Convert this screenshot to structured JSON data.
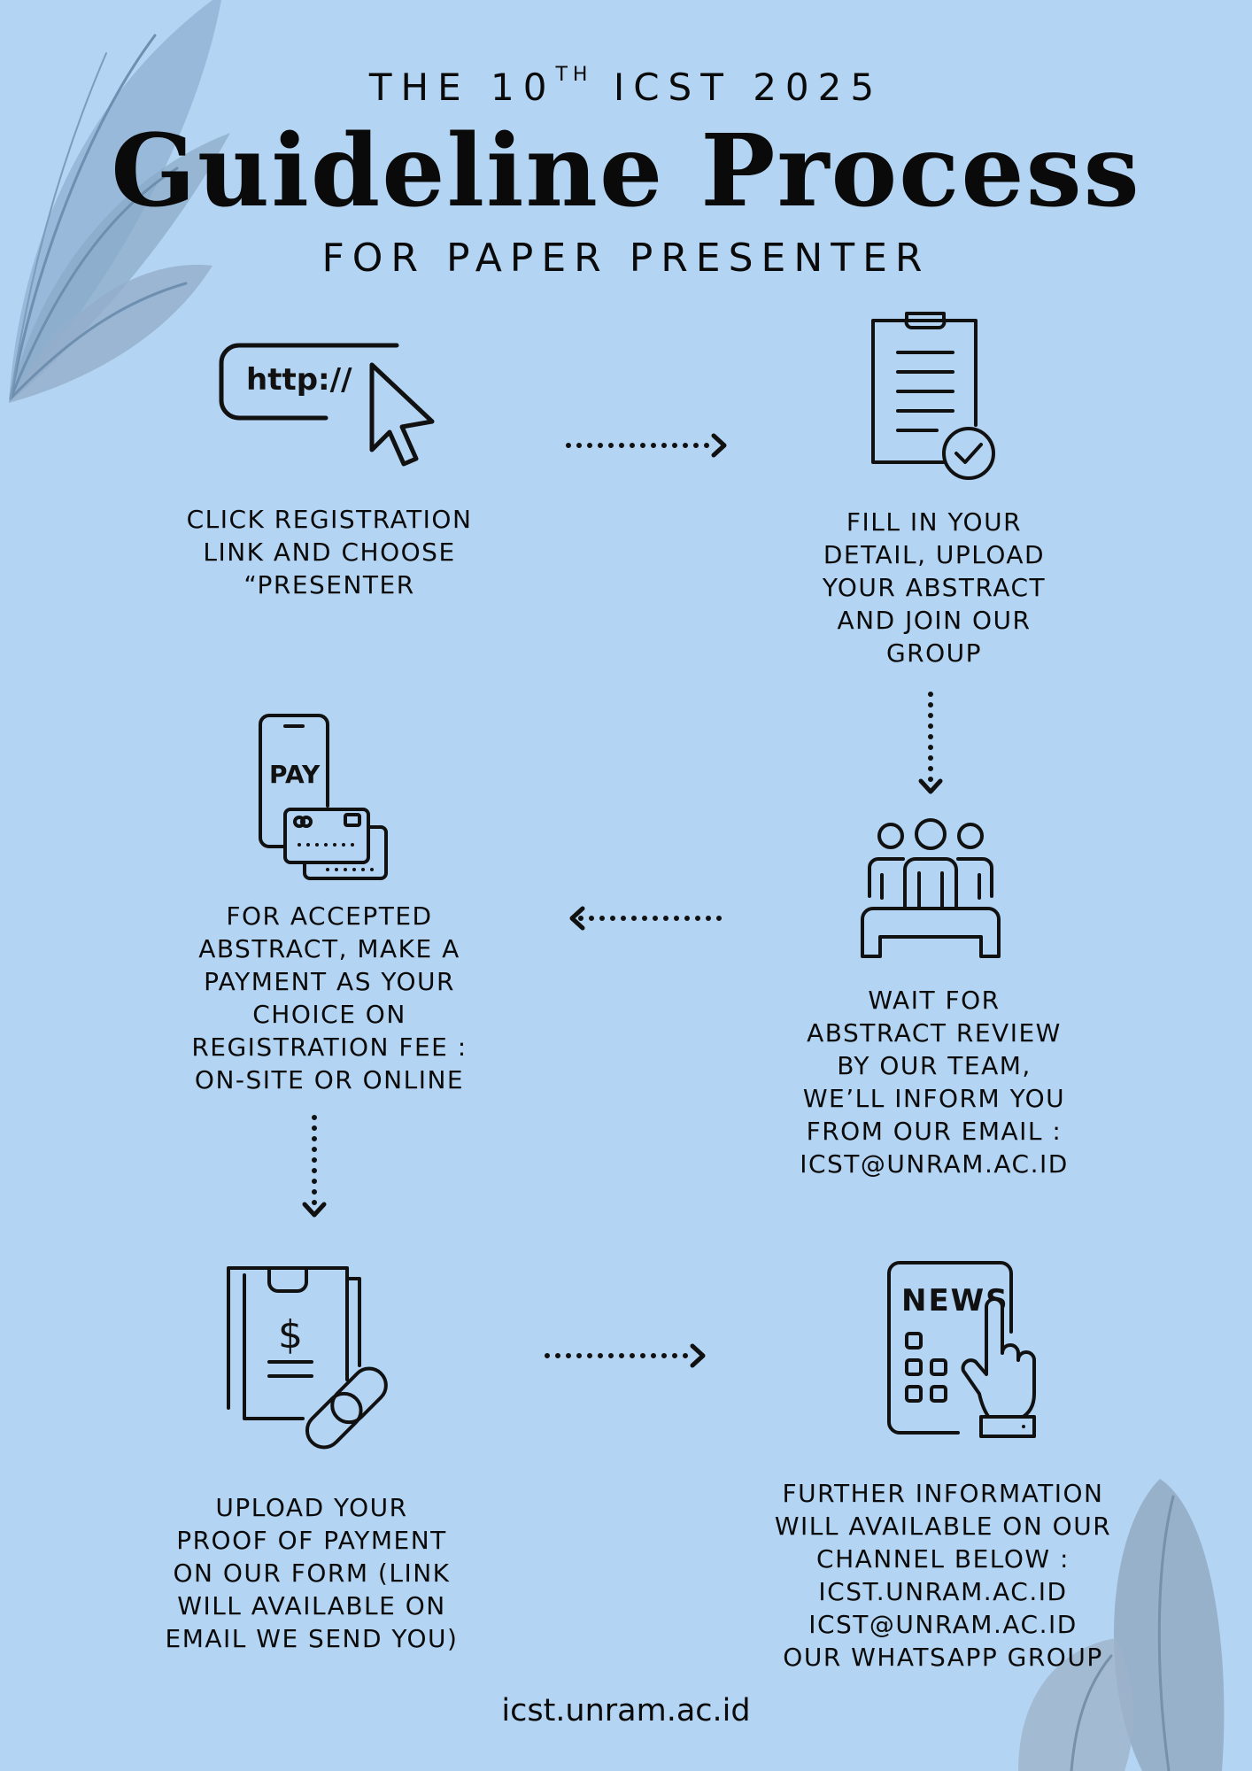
{
  "header": {
    "pre_title": "THE 10",
    "pre_title_sup": "TH",
    "pre_title_post": " ICST 2025",
    "title": "Guideline Process",
    "subtitle": "FOR PAPER PRESENTER"
  },
  "icons": {
    "step1": "browser-link-cursor-icon",
    "step1_text": "http://",
    "step2": "clipboard-check-icon",
    "step3": "team-review-icon",
    "step4": "mobile-pay-cards-icon",
    "step4_text": "PAY",
    "step5": "receipt-link-icon",
    "step6": "news-tablet-tap-icon",
    "step6_text": "NEWS"
  },
  "steps": [
    {
      "id": 1,
      "text": "CLICK REGISTRATION\nLINK AND CHOOSE\n“PRESENTER"
    },
    {
      "id": 2,
      "text": "FILL IN YOUR\nDETAIL, UPLOAD\nYOUR  ABSTRACT\nAND JOIN OUR\nGROUP"
    },
    {
      "id": 3,
      "text": "WAIT FOR\nABSTRACT REVIEW\nBY OUR TEAM,\nWE’LL INFORM YOU\nFROM OUR EMAIL :\nICST@UNRAM.AC.ID"
    },
    {
      "id": 4,
      "text": "FOR ACCEPTED\nABSTRACT, MAKE A\nPAYMENT AS YOUR\nCHOICE ON\nREGISTRATION FEE :\nON-SITE OR ONLINE"
    },
    {
      "id": 5,
      "text": "UPLOAD YOUR\nPROOF OF PAYMENT\nON OUR FORM (LINK\nWILL AVAILABLE ON\nEMAIL WE SEND YOU)"
    },
    {
      "id": 6,
      "text": "FURTHER INFORMATION\nWILL AVAILABLE ON OUR\nCHANNEL BELOW :\nICST.UNRAM.AC.ID\nICST@UNRAM.AC.ID\nOUR WHATSAPP GROUP"
    }
  ],
  "footer": {
    "url": "icst.unram.ac.id"
  },
  "colors": {
    "background": "#b3d4f2",
    "text": "#0a0a0a",
    "leaf": "#8fb0d0",
    "leaf_dark": "#7f9fbf"
  }
}
